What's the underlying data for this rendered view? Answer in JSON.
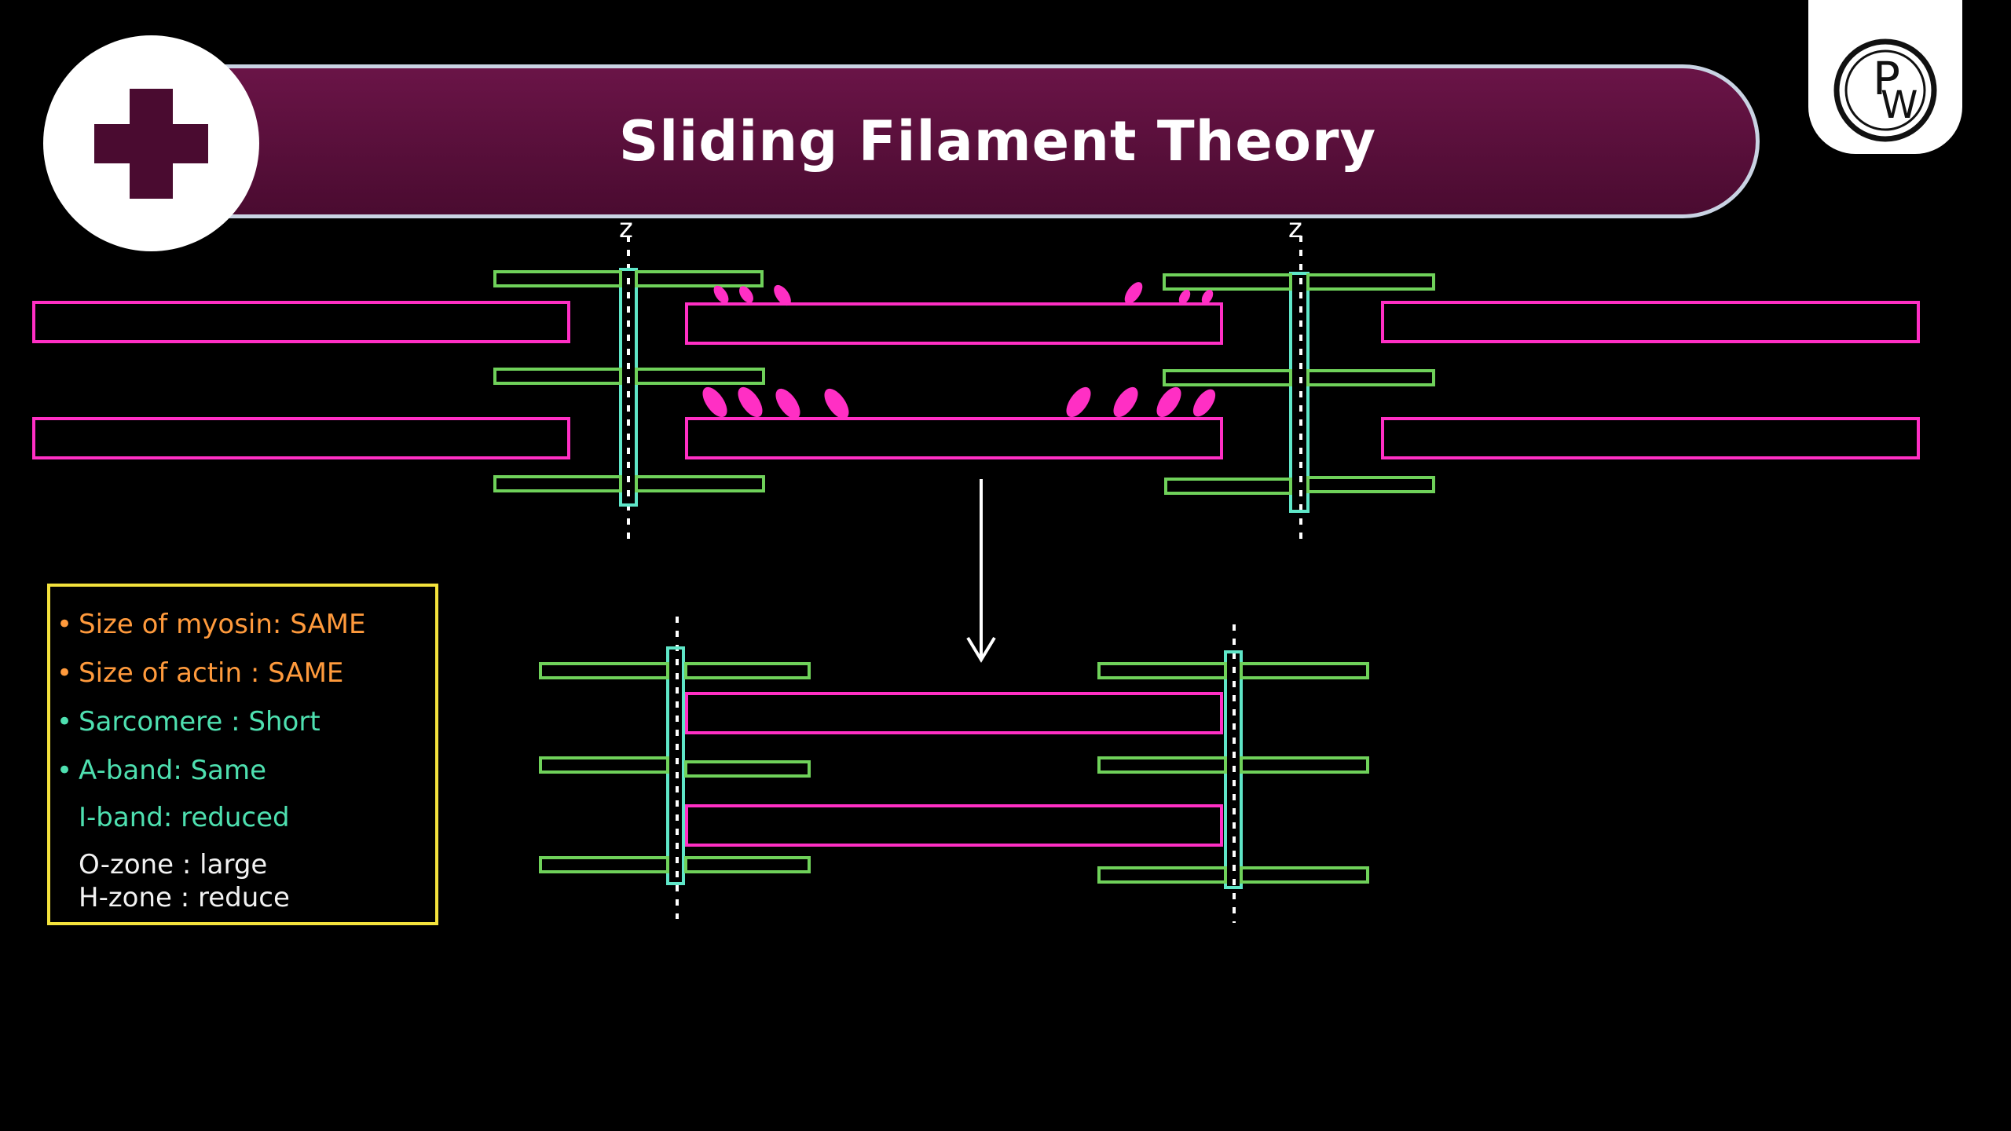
{
  "title": "Sliding Filament Theory",
  "diagram": {
    "z_label_left": "z",
    "z_label_right": "z"
  },
  "notes": [
    {
      "bullet": "•",
      "text": "Size of myosin: SAME",
      "color": "orange"
    },
    {
      "bullet": "•",
      "text": "Size of actin : SAME",
      "color": "orange"
    },
    {
      "bullet": "•",
      "text": "Sarcomere : Short",
      "color": "teal"
    },
    {
      "bullet": "•",
      "text": "A-band: Same",
      "color": "teal"
    },
    {
      "bullet": "",
      "text": "I-band: reduced",
      "color": "teal"
    },
    {
      "bullet": "",
      "text": "O-zone : large",
      "color": "white"
    },
    {
      "bullet": "",
      "text": "H-zone : reduce",
      "color": "white"
    }
  ],
  "logo": {
    "letter_p": "P",
    "letter_w": "W"
  },
  "colors": {
    "actin": "#6fd15a",
    "myosin": "#ff2fc4",
    "z_line": "#5fe6c8",
    "banner": "#5a0f3b",
    "notes_border": "#f3e23c"
  }
}
